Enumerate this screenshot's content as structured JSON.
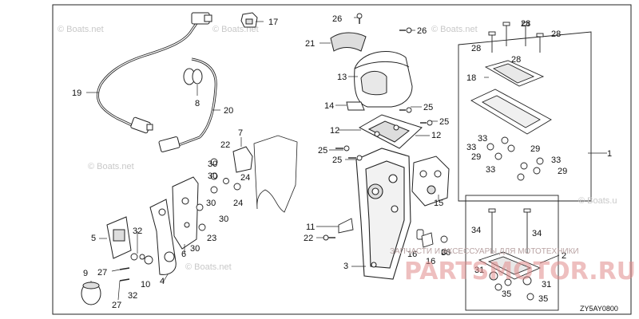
{
  "diagram": {
    "code": "ZY5AY0800",
    "callouts": [
      "1",
      "2",
      "3",
      "4",
      "5",
      "6",
      "7",
      "8",
      "9",
      "10",
      "11",
      "12",
      "12",
      "13",
      "14",
      "15",
      "16",
      "16",
      "17",
      "18",
      "19",
      "20",
      "21",
      "22",
      "22",
      "23",
      "24",
      "24",
      "25",
      "25",
      "25",
      "25",
      "26",
      "26",
      "27",
      "27",
      "28",
      "28",
      "28",
      "28",
      "29",
      "29",
      "29",
      "30",
      "30",
      "30",
      "30",
      "30",
      "31",
      "31",
      "32",
      "32",
      "33",
      "33",
      "33",
      "33",
      "34",
      "34",
      "35",
      "35",
      "36"
    ]
  },
  "watermarks": {
    "site": "© Boats.net",
    "site_edge": "© Boats.u",
    "ribbon": "ЗАПЧАСТИ И АКСЕССУАРЫ ДЛЯ МОТОТЕХНИКИ",
    "logo": "PARTSMOTOR.RU"
  }
}
